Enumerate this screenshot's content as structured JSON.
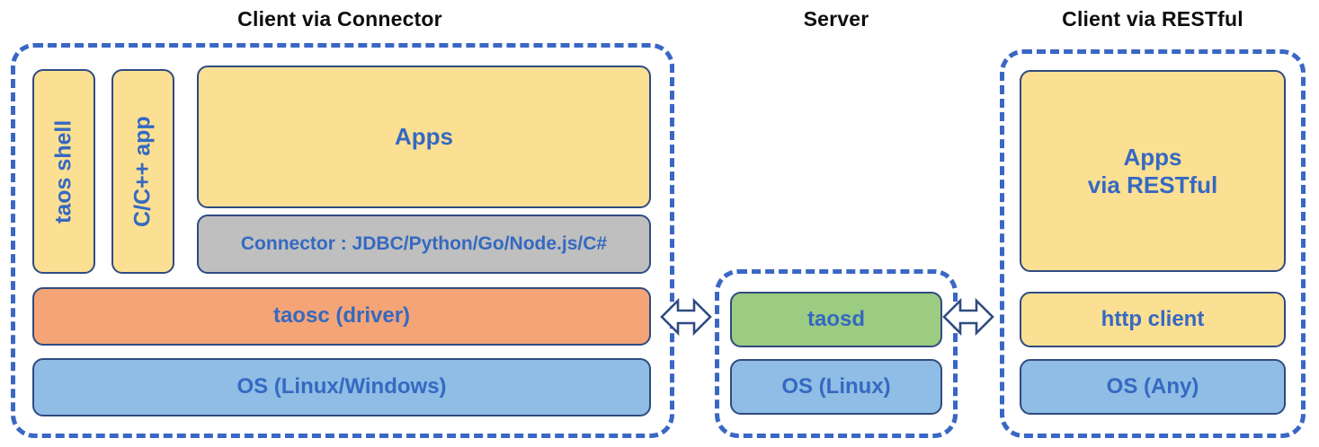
{
  "diagram": {
    "title_left": "Client via Connector",
    "title_center": "Server",
    "title_right": "Client via RESTful",
    "colors": {
      "yellow": "#fbdf93",
      "orange": "#f4a476",
      "blue": "#8fbde5",
      "green": "#9ccb82",
      "gray": "#bfbfbf",
      "block_border": "#2f4b80",
      "dashed_border": "#3a67c4",
      "label_text": "#3569c1",
      "title_text": "#0d0d0d"
    }
  },
  "left_panel": {
    "taos_shell": "taos shell",
    "c_cpp_app": "C/C++ app",
    "apps": "Apps",
    "connector": "Connector : JDBC/Python/Go/Node.js/C#",
    "taosc": "taosc (driver)",
    "os": "OS (Linux/Windows)"
  },
  "server_panel": {
    "taosd": "taosd",
    "os": "OS (Linux)"
  },
  "right_panel": {
    "apps_line1": "Apps",
    "apps_line2": "via RESTful",
    "http_client": "http client",
    "os": "OS (Any)"
  },
  "arrows": {
    "left_arrow_name": "double-headed-arrow-client-server",
    "right_arrow_name": "double-headed-arrow-server-restful"
  }
}
